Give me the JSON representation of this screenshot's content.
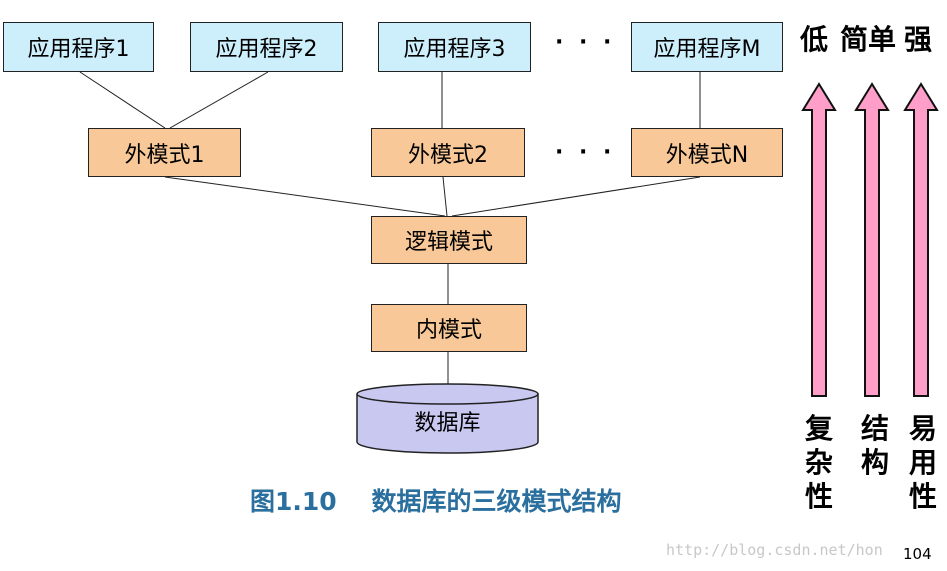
{
  "applications": [
    "应用程序1",
    "应用程序2",
    "应用程序3",
    "应用程序M"
  ],
  "external_schemas": [
    "外模式1",
    "外模式2",
    "外模式N"
  ],
  "ellipsis": "· · ·",
  "logical_schema": "逻辑模式",
  "internal_schema": "内模式",
  "database": "数据库",
  "caption": "图1.10    数据库的三级模式结构",
  "right_panel": {
    "top_labels": [
      "低",
      "简单",
      "强"
    ],
    "bottom_labels": [
      "复杂性",
      "结构",
      "易用性"
    ],
    "arrow_color": "#ff9ec8"
  },
  "colors": {
    "application_fill": "#cdeefb",
    "schema_fill": "#f8c898",
    "database_fill": "#c8c8f0",
    "caption_color": "#2a6f9e"
  },
  "watermark": "http://blog.csdn.net/hon",
  "page_number": "104"
}
